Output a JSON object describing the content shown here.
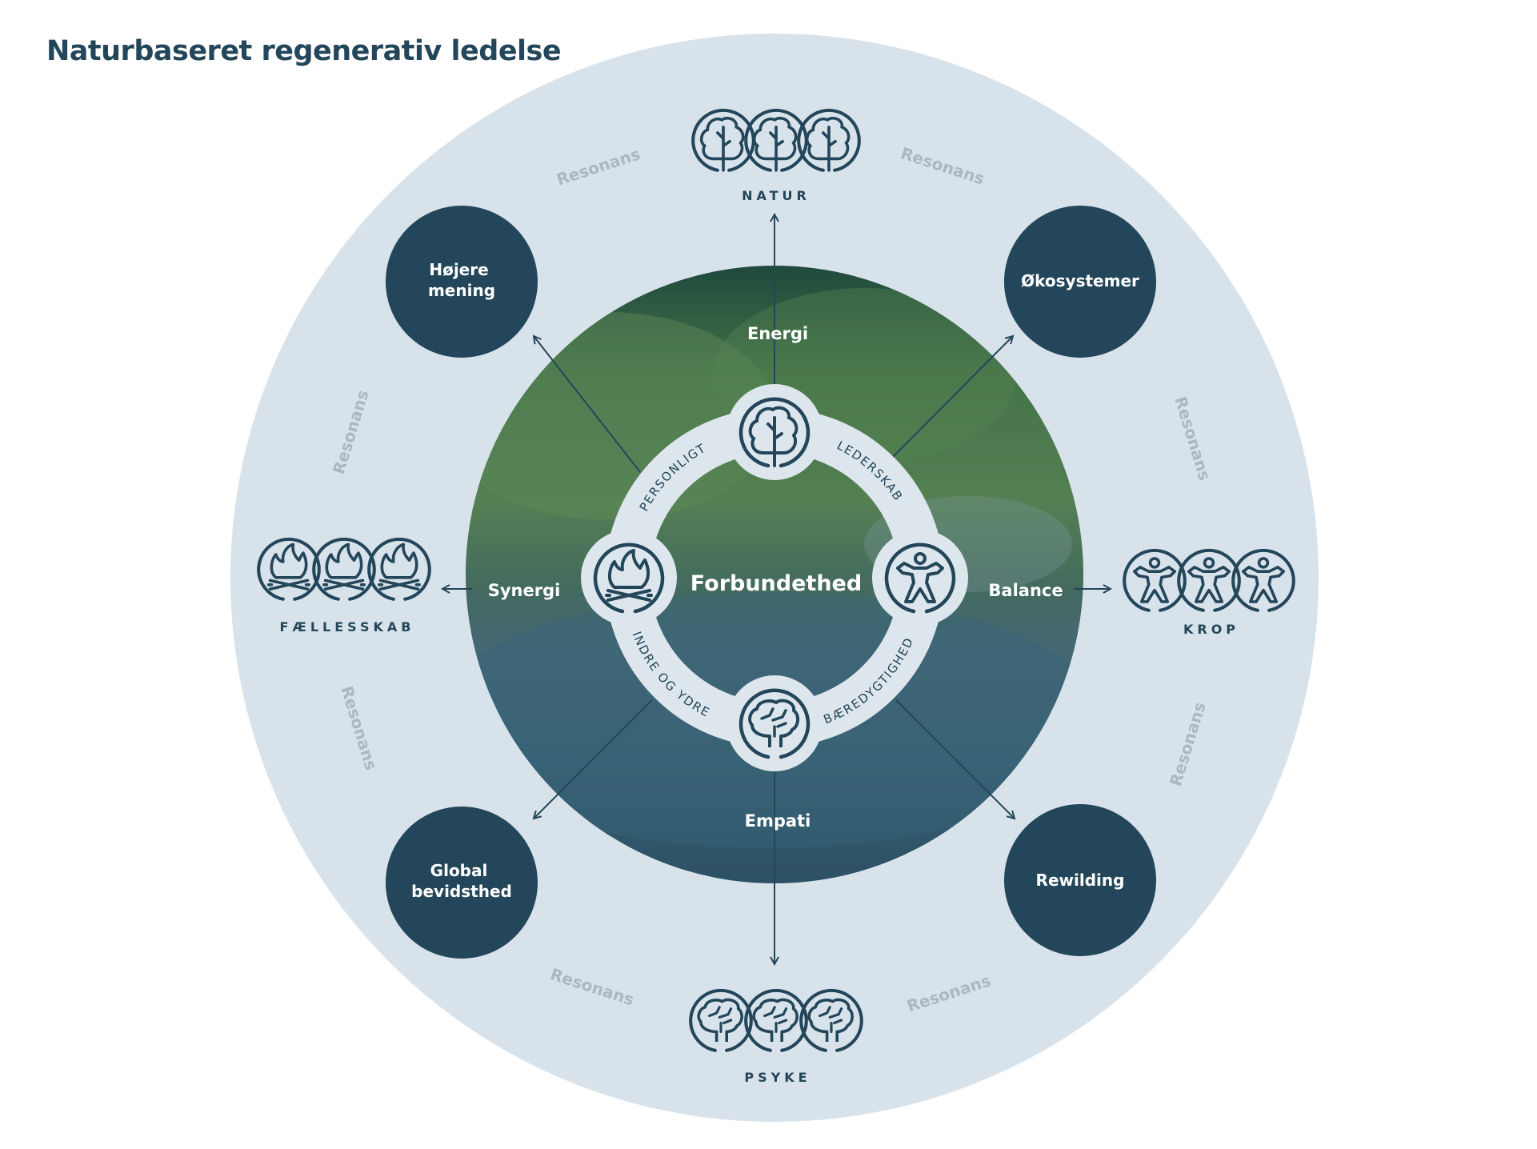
{
  "title": "Naturbaseret regenerativ ledelse",
  "colors": {
    "outer_ring": "#d8e2ea",
    "dark": "#23465a",
    "resonans_text": "#aab8c2",
    "ring_light": "#dde6ec"
  },
  "center": {
    "label": "Forbundethed"
  },
  "directions": {
    "top": "Energi",
    "left": "Synergi",
    "right": "Balance",
    "bottom": "Empati"
  },
  "ring_labels": {
    "top_left": "PERSONLIGT",
    "top_right": "LEDERSKAB",
    "bottom_left": "INDRE OG YDRE",
    "bottom_right": "BÆREDYGTIGHED"
  },
  "ring_nodes": [
    {
      "id": "top",
      "icon": "tree-icon"
    },
    {
      "id": "left",
      "icon": "campfire-icon"
    },
    {
      "id": "right",
      "icon": "human-figure-icon"
    },
    {
      "id": "bottom",
      "icon": "brain-icon"
    }
  ],
  "outer_groups": {
    "top": {
      "label": "NATUR",
      "icon": "tree-icon"
    },
    "left": {
      "label": "FÆLLESSKAB",
      "icon": "campfire-icon"
    },
    "right": {
      "label": "KROP",
      "icon": "human-figure-icon"
    },
    "bottom": {
      "label": "PSYKE",
      "icon": "brain-icon"
    }
  },
  "dark_circles": {
    "top_left": [
      "Højere",
      "mening"
    ],
    "top_right": [
      "Økosystemer"
    ],
    "bottom_left": [
      "Global",
      "bevidsthed"
    ],
    "bottom_right": [
      "Rewilding"
    ]
  },
  "resonans_label": "Resonans"
}
